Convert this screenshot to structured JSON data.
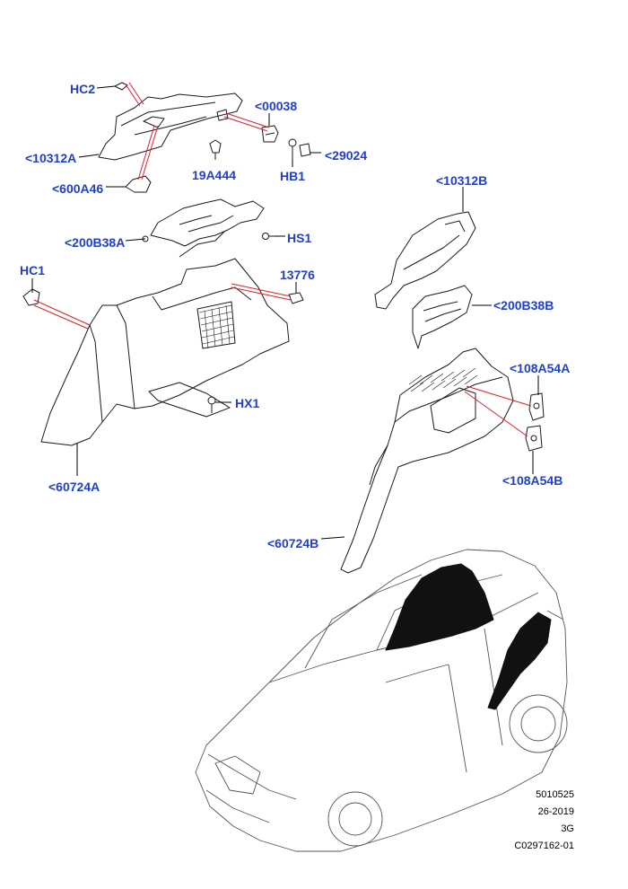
{
  "diagram": {
    "callouts": {
      "hc2": "HC2",
      "p00038": "<00038",
      "p10312a": "<10312A",
      "p19a444": "19A444",
      "hb1": "HB1",
      "p29024": "<29024",
      "p600a46": "<600A46",
      "p200b38a": "<200B38A",
      "hs1": "HS1",
      "hc1": "HC1",
      "p13776": "13776",
      "hx1": "HX1",
      "p60724a": "<60724A",
      "p10312b": "<10312B",
      "p200b38b": "<200B38B",
      "p108a54a": "<108A54A",
      "p108a54b": "<108A54B",
      "p60724b": "<60724B"
    },
    "footer": {
      "line1": "5010525",
      "line2": "26-2019",
      "line3": "3G",
      "line4": "C0297162-01"
    },
    "colors": {
      "callout_text": "#1f3fd1",
      "leader_line": "#e0202a",
      "outline": "#1a1a1a"
    }
  }
}
